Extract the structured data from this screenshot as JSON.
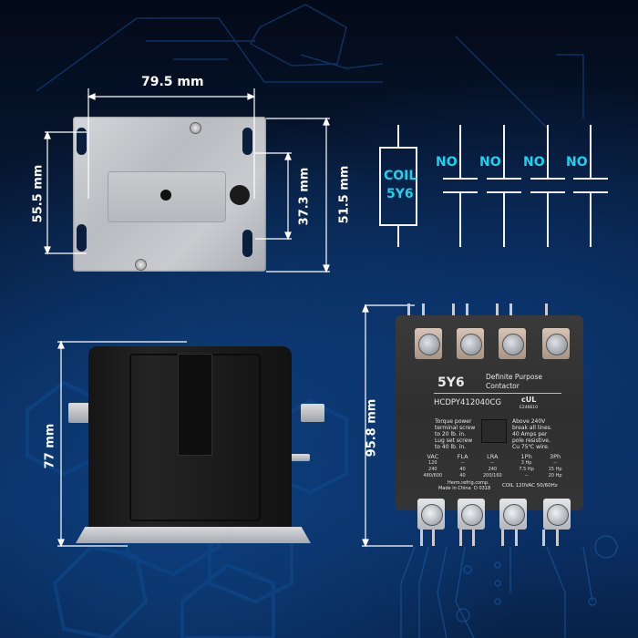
{
  "dimensions": {
    "top_view_width": "79.5 mm",
    "top_view_left_height": "55.5 mm",
    "top_view_hole_spacing": "37.3 mm",
    "top_view_right_height": "51.5 mm",
    "side_view_height": "77 mm",
    "front_view_height": "95.8 mm"
  },
  "wiring_diagram": {
    "coil_label_line1": "COIL",
    "coil_label_line2": "5Y6",
    "contacts": [
      {
        "label": "NO"
      },
      {
        "label": "NO"
      },
      {
        "label": "NO"
      },
      {
        "label": "NO"
      }
    ],
    "accent_color": "#19d3ef"
  },
  "product_label": {
    "code": "5Y6",
    "title_line1": "Definite Purpose",
    "title_line2": "Contactor",
    "model": "HCDPY412040CG",
    "cert_number": "E246610",
    "torque_lines": [
      "Torque power",
      "terminal screw",
      "to 20 lb. in.",
      "Lug set screw",
      "to 40 lb. in."
    ],
    "warning_lines": [
      "Above 240V",
      "break all lines.",
      "40 Amps per",
      "pole resistive.",
      "Cu 75℃ wire."
    ],
    "spec_table": {
      "headers": [
        "VAC",
        "FLA",
        "LRA",
        "1Ph",
        "3Ph"
      ],
      "rows": [
        [
          "120",
          "--",
          "--",
          "3 Hp",
          "--"
        ],
        [
          "240",
          "40",
          "240",
          "7.5 Hp",
          "15 Hp"
        ],
        [
          "480/600",
          "40",
          "200/160",
          "--",
          "20 Hp"
        ]
      ]
    },
    "footer_line1": "Herm.refrig.comp.",
    "footer_line2": "Made in China",
    "footer_date": "D 0318",
    "coil_rating": "COIL 120VAC 50/60Hz"
  },
  "colors": {
    "background_dark": "#030a18",
    "background_blue": "#0b2e62",
    "dimension_line": "#ffffff",
    "contactor_body": "#2f2f2f"
  }
}
